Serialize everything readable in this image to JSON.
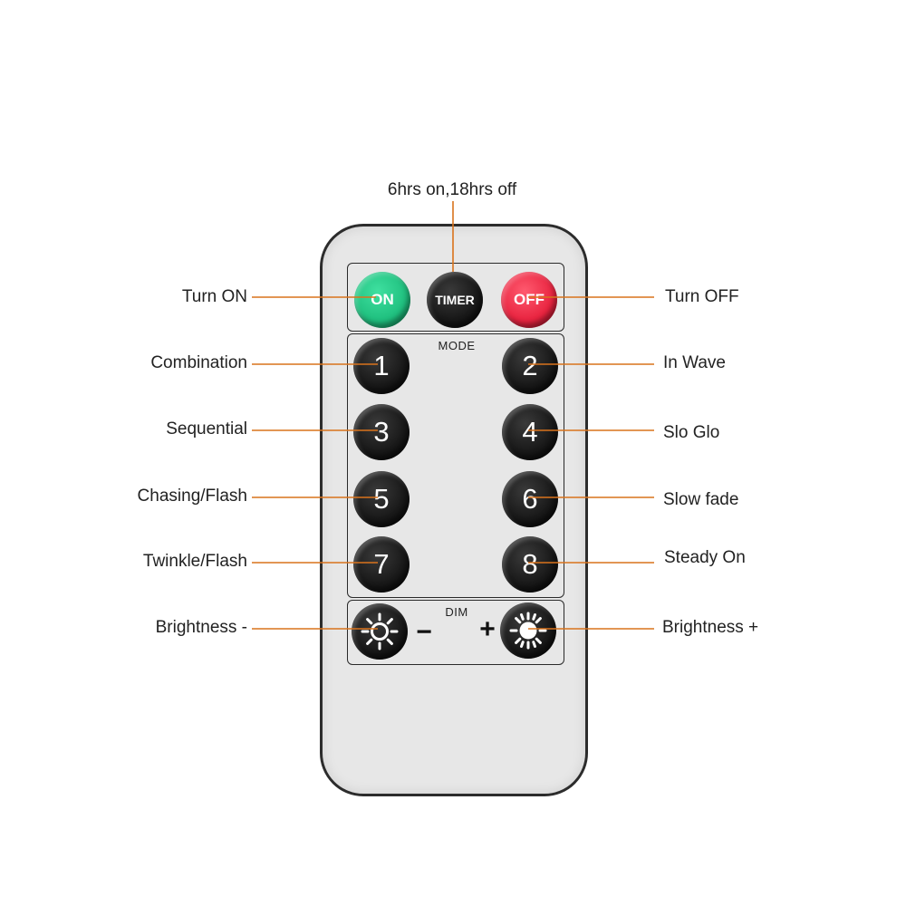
{
  "remote": {
    "panels": {
      "mode_label": "MODE",
      "dim_label": "DIM"
    },
    "buttons": {
      "on": "ON",
      "timer": "TIMER",
      "off": "OFF",
      "numbers": [
        "1",
        "2",
        "3",
        "4",
        "5",
        "6",
        "7",
        "8"
      ],
      "dim_minus": "−",
      "dim_plus": "+"
    }
  },
  "callouts": {
    "timer": "6hrs on,18hrs off",
    "on": "Turn ON",
    "off": "Turn OFF",
    "b1": "Combination",
    "b2": "In Wave",
    "b3": "Sequential",
    "b4": "Slo Glo",
    "b5": "Chasing/Flash",
    "b6": "Slow fade",
    "b7": "Twinkle/Flash",
    "b8": "Steady On",
    "dim_minus": "Brightness -",
    "dim_plus": "Brightness +"
  },
  "colors": {
    "on_button": "#1fbf7e",
    "off_button": "#e8233f",
    "leader_line": "#d9731c",
    "remote_body": "#e7e7e7"
  }
}
